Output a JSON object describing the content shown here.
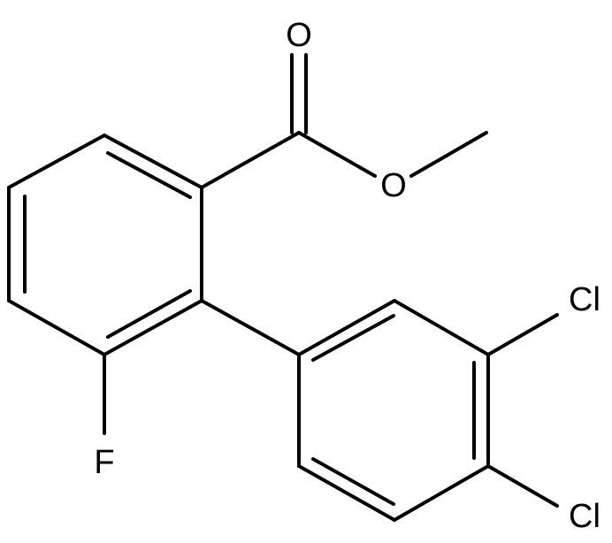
{
  "atoms": {
    "carbonyl_oxygen": "O",
    "ester_oxygen": "O",
    "fluorine": "F",
    "chlorine_3": "Cl",
    "chlorine_4": "Cl"
  },
  "colors": {
    "bond": "#000000",
    "background": "#ffffff"
  }
}
